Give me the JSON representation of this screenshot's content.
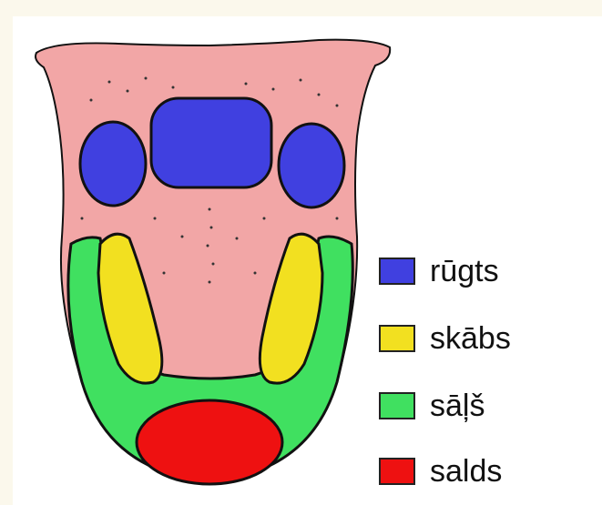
{
  "legend": {
    "items": [
      {
        "label": "rūgts",
        "color": "#4040e0"
      },
      {
        "label": "skābs",
        "color": "#f2e020"
      },
      {
        "label": "sāļš",
        "color": "#40e060"
      },
      {
        "label": "salds",
        "color": "#ee1111"
      }
    ]
  },
  "colors": {
    "tongue": "#f2a6a6",
    "outline": "#111111",
    "background": "#fbf8ec"
  }
}
